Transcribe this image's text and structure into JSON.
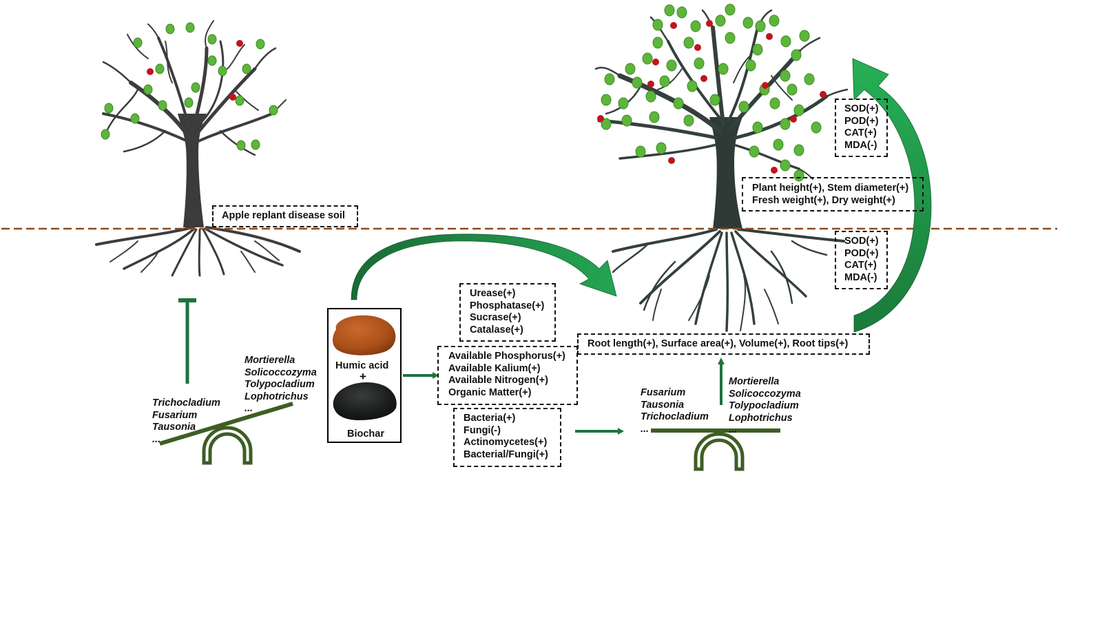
{
  "figure": {
    "type": "schematic",
    "colors": {
      "soil_line": "#8B4A1C",
      "arrow_dark_green": "#1E7340",
      "arrow_bright_green": "#22A04B",
      "seesaw_green": "#3E5E24",
      "branch": "#3a3a3a",
      "leaf": "#5CB83A",
      "apple": "#C0141E",
      "humic_acid": "#B5561E",
      "biochar": "#1C1E1E"
    }
  },
  "left": {
    "soil_label": "Apple replant disease soil",
    "seesaw_left_taxa": [
      "Trichocladium",
      "Fusarium",
      "Tausonia",
      "..."
    ],
    "seesaw_right_taxa": [
      "Mortierella",
      "Solicoccozyma",
      "Tolypocladium",
      "Lophotrichus",
      "..."
    ]
  },
  "amendment": {
    "humic_acid_label": "Humic acid",
    "plus": "+",
    "biochar_label": "Biochar"
  },
  "soil_effects": {
    "enzymes": [
      "Urease(+)",
      "Phosphatase(+)",
      "Sucrase(+)",
      "Catalase(+)"
    ],
    "nutrients": [
      "Available Phosphorus(+)",
      "Available Kalium(+)",
      "Available Nitrogen(+)",
      "Organic Matter(+)"
    ],
    "microbes": [
      "Bacteria(+)",
      "Fungi(-)",
      "Actinomycetes(+)",
      "Bacterial/Fungi(+)"
    ]
  },
  "right": {
    "seesaw_left_taxa": [
      "Fusarium",
      "Tausonia",
      "Trichocladium",
      "..."
    ],
    "seesaw_right_taxa": [
      "Mortierella",
      "Solicoccozyma",
      "Tolypocladium",
      "Lophotrichus",
      "..."
    ],
    "root_traits": "Root length(+), Surface area(+), Volume(+), Root tips(+)",
    "root_antioxidants": [
      "SOD(+)",
      "POD(+)",
      "CAT(+)",
      "MDA(-)"
    ],
    "leaf_antioxidants": [
      "SOD(+)",
      "POD(+)",
      "CAT(+)",
      "MDA(-)"
    ],
    "growth_traits": [
      "Plant height(+), Stem diameter(+)",
      "Fresh weight(+), Dry weight(+)"
    ]
  }
}
